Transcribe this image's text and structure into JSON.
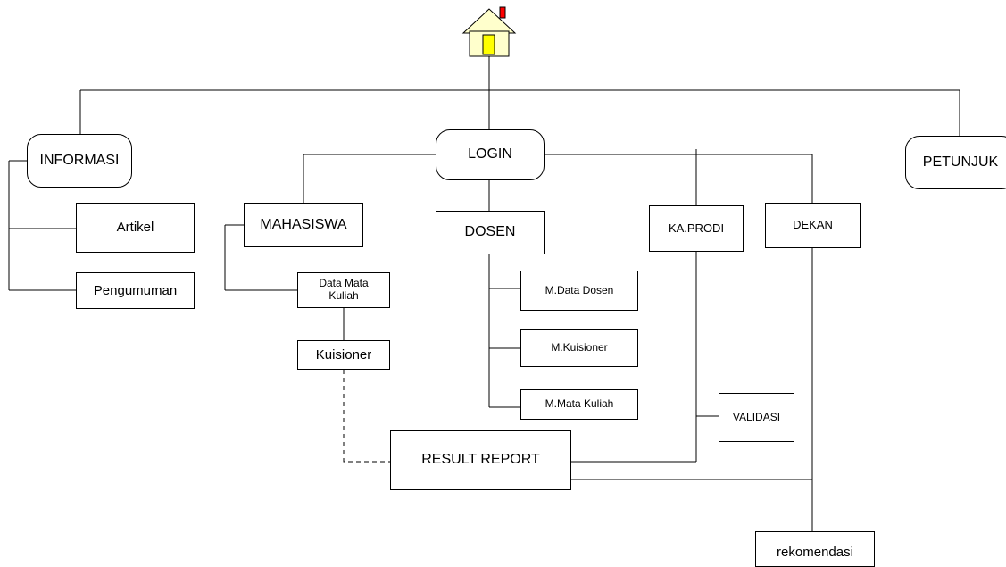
{
  "nodes": {
    "informasi": "INFORMASI",
    "artikel": "Artikel",
    "pengumuman": "Pengumuman",
    "login": "LOGIN",
    "mahasiswa": "MAHASISWA",
    "data_mata_kuliah": "Data Mata Kuliah",
    "kuisioner": "Kuisioner",
    "dosen": "DOSEN",
    "m_data_dosen": "M.Data Dosen",
    "m_kuisioner": "M.Kuisioner",
    "m_mata_kuliah": "M.Mata Kuliah",
    "ka_prodi": "KA.PRODI",
    "validasi": "VALIDASI",
    "dekan": "DEKAN",
    "result_report": "RESULT REPORT",
    "rekomendasi": "rekomendasi",
    "petunjuk": "PETUNJUK"
  },
  "colors": {
    "house_wall": "#FFFFCC",
    "house_door": "#FFFF00",
    "chimney": "#FF0000",
    "line": "#000000"
  },
  "icons": {
    "home": "home-icon"
  }
}
